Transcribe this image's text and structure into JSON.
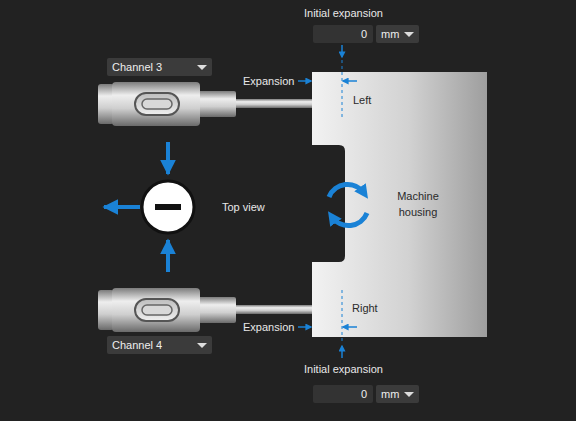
{
  "diagram": {
    "nodes": [
      {
        "text": [
          "0"
        ]
      },
      {
        "text": [
          "mm"
        ]
      },
      {
        "text": [
          "Channel 3"
        ]
      },
      {
        "text": [
          "Left",
          "Machine housing",
          "Right"
        ]
      },
      {
        "text": [
          "Channel 4"
        ]
      },
      {
        "text": [
          "0"
        ]
      },
      {
        "text": [
          "mm"
        ]
      }
    ],
    "labels": [
      "Initial expansion",
      "Expansion",
      "Top view",
      "Expansion",
      "Initial expansion"
    ]
  }
}
